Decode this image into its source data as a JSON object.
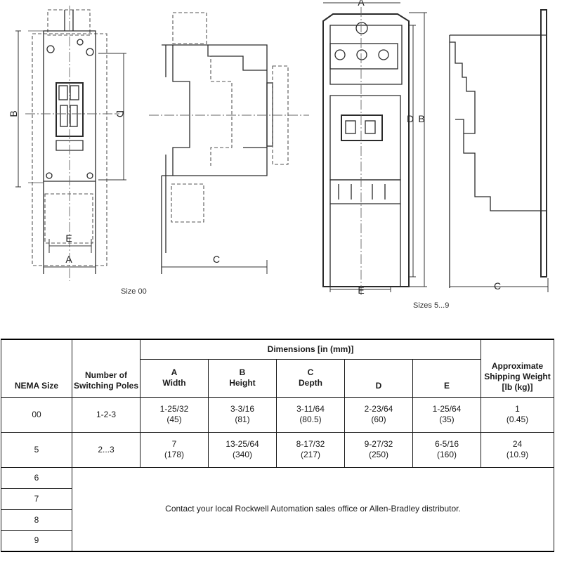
{
  "figure": {
    "dim_labels": {
      "a": "A",
      "b": "B",
      "c": "C",
      "d": "D",
      "e": "E"
    },
    "caption_left": "Size 00",
    "caption_right": "Sizes 5...9"
  },
  "table": {
    "headers": {
      "nema_size": "NEMA Size",
      "poles_line1": "Number of",
      "poles_line2": "Switching Poles",
      "dimensions": "Dimensions [in (mm)]",
      "a_line1": "A",
      "a_line2": "Width",
      "b_line1": "B",
      "b_line2": "Height",
      "c_line1": "C",
      "c_line2": "Depth",
      "d": "D",
      "e": "E",
      "weight_line1": "Approximate",
      "weight_line2": "Shipping Weight",
      "weight_line3": "[lb (kg)]"
    },
    "rows": [
      {
        "nema": "00",
        "poles": "1-2-3",
        "a_in": "1-25/32",
        "a_mm": "(45)",
        "b_in": "3-3/16",
        "b_mm": "(81)",
        "c_in": "3-11/64",
        "c_mm": "(80.5)",
        "d_in": "2-23/64",
        "d_mm": "(60)",
        "e_in": "1-25/64",
        "e_mm": "(35)",
        "w_lb": "1",
        "w_kg": "(0.45)"
      },
      {
        "nema": "5",
        "poles": "2...3",
        "a_in": "7",
        "a_mm": "(178)",
        "b_in": "13-25/64",
        "b_mm": "(340)",
        "c_in": "8-17/32",
        "c_mm": "(217)",
        "d_in": "9-27/32",
        "d_mm": "(250)",
        "e_in": "6-5/16",
        "e_mm": "(160)",
        "w_lb": "24",
        "w_kg": "(10.9)"
      }
    ],
    "contact_sizes": [
      "6",
      "7",
      "8",
      "9"
    ],
    "contact_text": "Contact your local Rockwell Automation sales office or Allen-Bradley distributor."
  }
}
